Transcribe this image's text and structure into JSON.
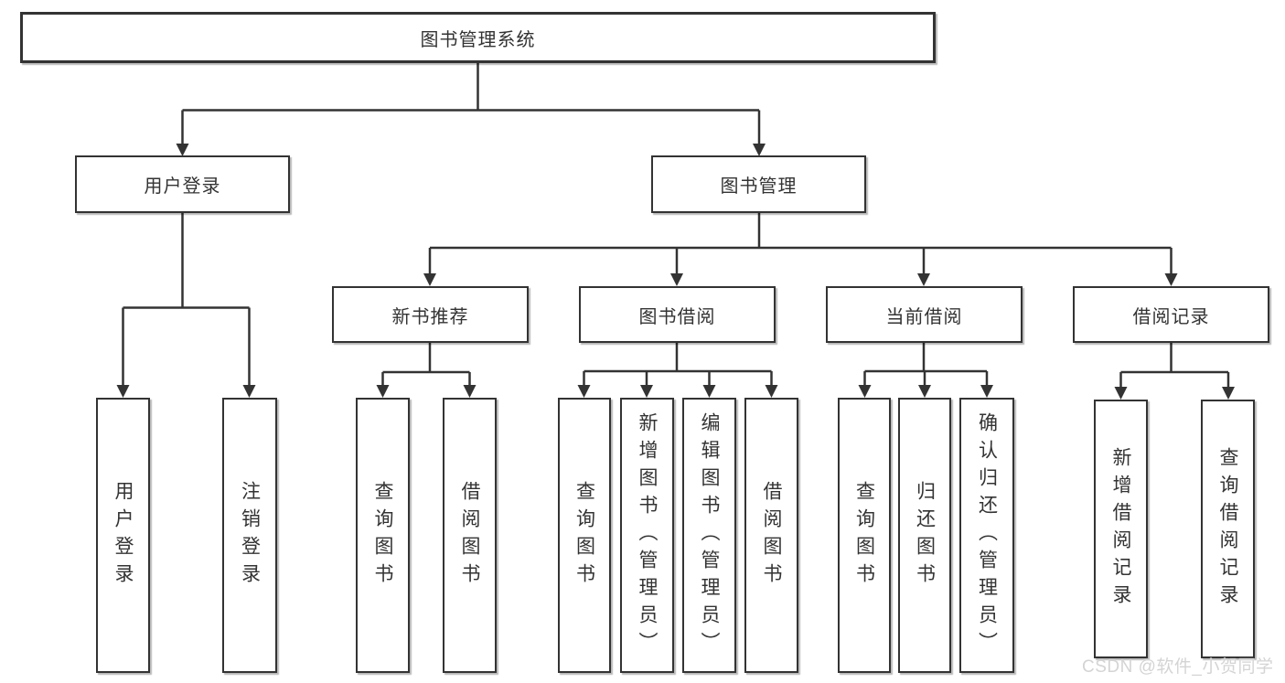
{
  "tree": {
    "root": "图书管理系统",
    "children": [
      {
        "label": "用户登录",
        "children": [
          "用户登录",
          "注销登录"
        ]
      },
      {
        "label": "图书管理",
        "children": [
          {
            "label": "新书推荐",
            "children": [
              "查询图书",
              "借阅图书"
            ]
          },
          {
            "label": "图书借阅",
            "children": [
              "查询图书",
              "新增图书（管理员）",
              "编辑图书（管理员）",
              "借阅图书"
            ]
          },
          {
            "label": "当前借阅",
            "children": [
              "查询图书",
              "归还图书",
              "确认归还（管理员）"
            ]
          },
          {
            "label": "借阅记录",
            "children": [
              "新增借阅记录",
              "查询借阅记录"
            ]
          }
        ]
      }
    ]
  },
  "watermark": "CSDN @软件_小贺同学",
  "colors": {
    "line": "#333333",
    "box_border": "#333333",
    "background": "#ffffff",
    "watermark_text": "#d4d4d4"
  }
}
